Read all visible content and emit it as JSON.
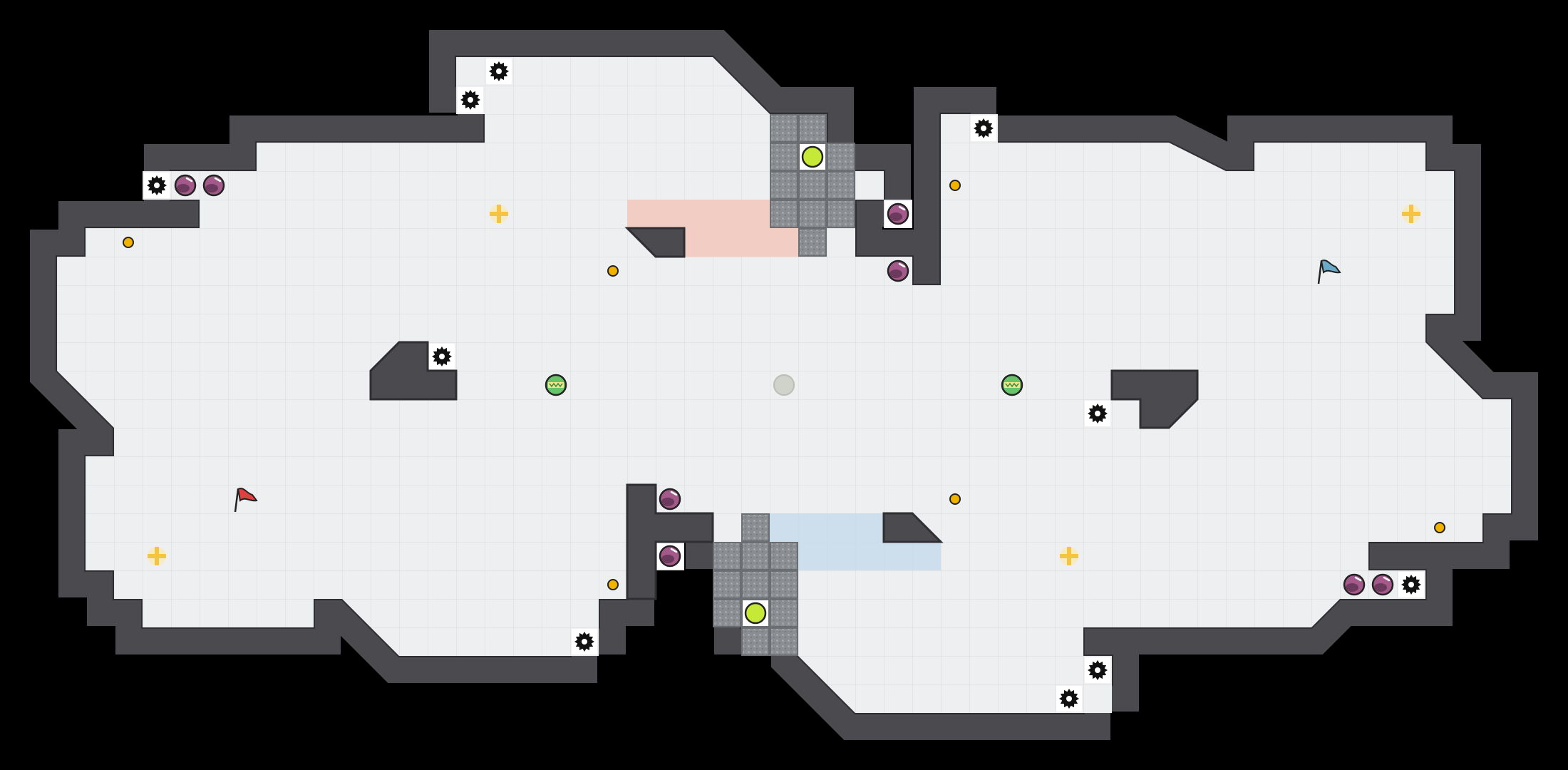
{
  "game": {
    "type": "top-down capture-the-flag arena",
    "floor_color": "#eeeff1",
    "grid_color": "#dfe1e4",
    "wall_color": "#4a4a4f",
    "wall_edge_color": "#2e2e33",
    "background_color": "#000000"
  },
  "teams": {
    "red": {
      "flag_color": "#e04040",
      "zone_color": "#f2c9bf",
      "zone_label": "red-team-zone"
    },
    "blue": {
      "flag_color": "#6aa9c7",
      "zone_color": "#c9dbeb",
      "zone_label": "blue-team-zone"
    }
  },
  "entities": {
    "spike_icon": "gear-spike-icon",
    "bomb_icon": "purple-bomb-icon",
    "boost_icon": "yellow-cross-boost-icon",
    "pellet_icon": "yellow-pellet-icon",
    "portal_icon": "lime-portal-icon",
    "powerup_icon": "green-powerup-icon",
    "center_icon": "center-marker-icon",
    "flag_icon": "flag-icon"
  },
  "colors": {
    "spike": "#111111",
    "bomb": "#a35a8a",
    "bomb_rim": "#6b3a5c",
    "boost": "#f5c542",
    "pellet": "#f0b400",
    "portal": "#c6e837",
    "powerup": "#67c46b",
    "gate": "#8c8f94",
    "center": "#cfd3c9"
  }
}
